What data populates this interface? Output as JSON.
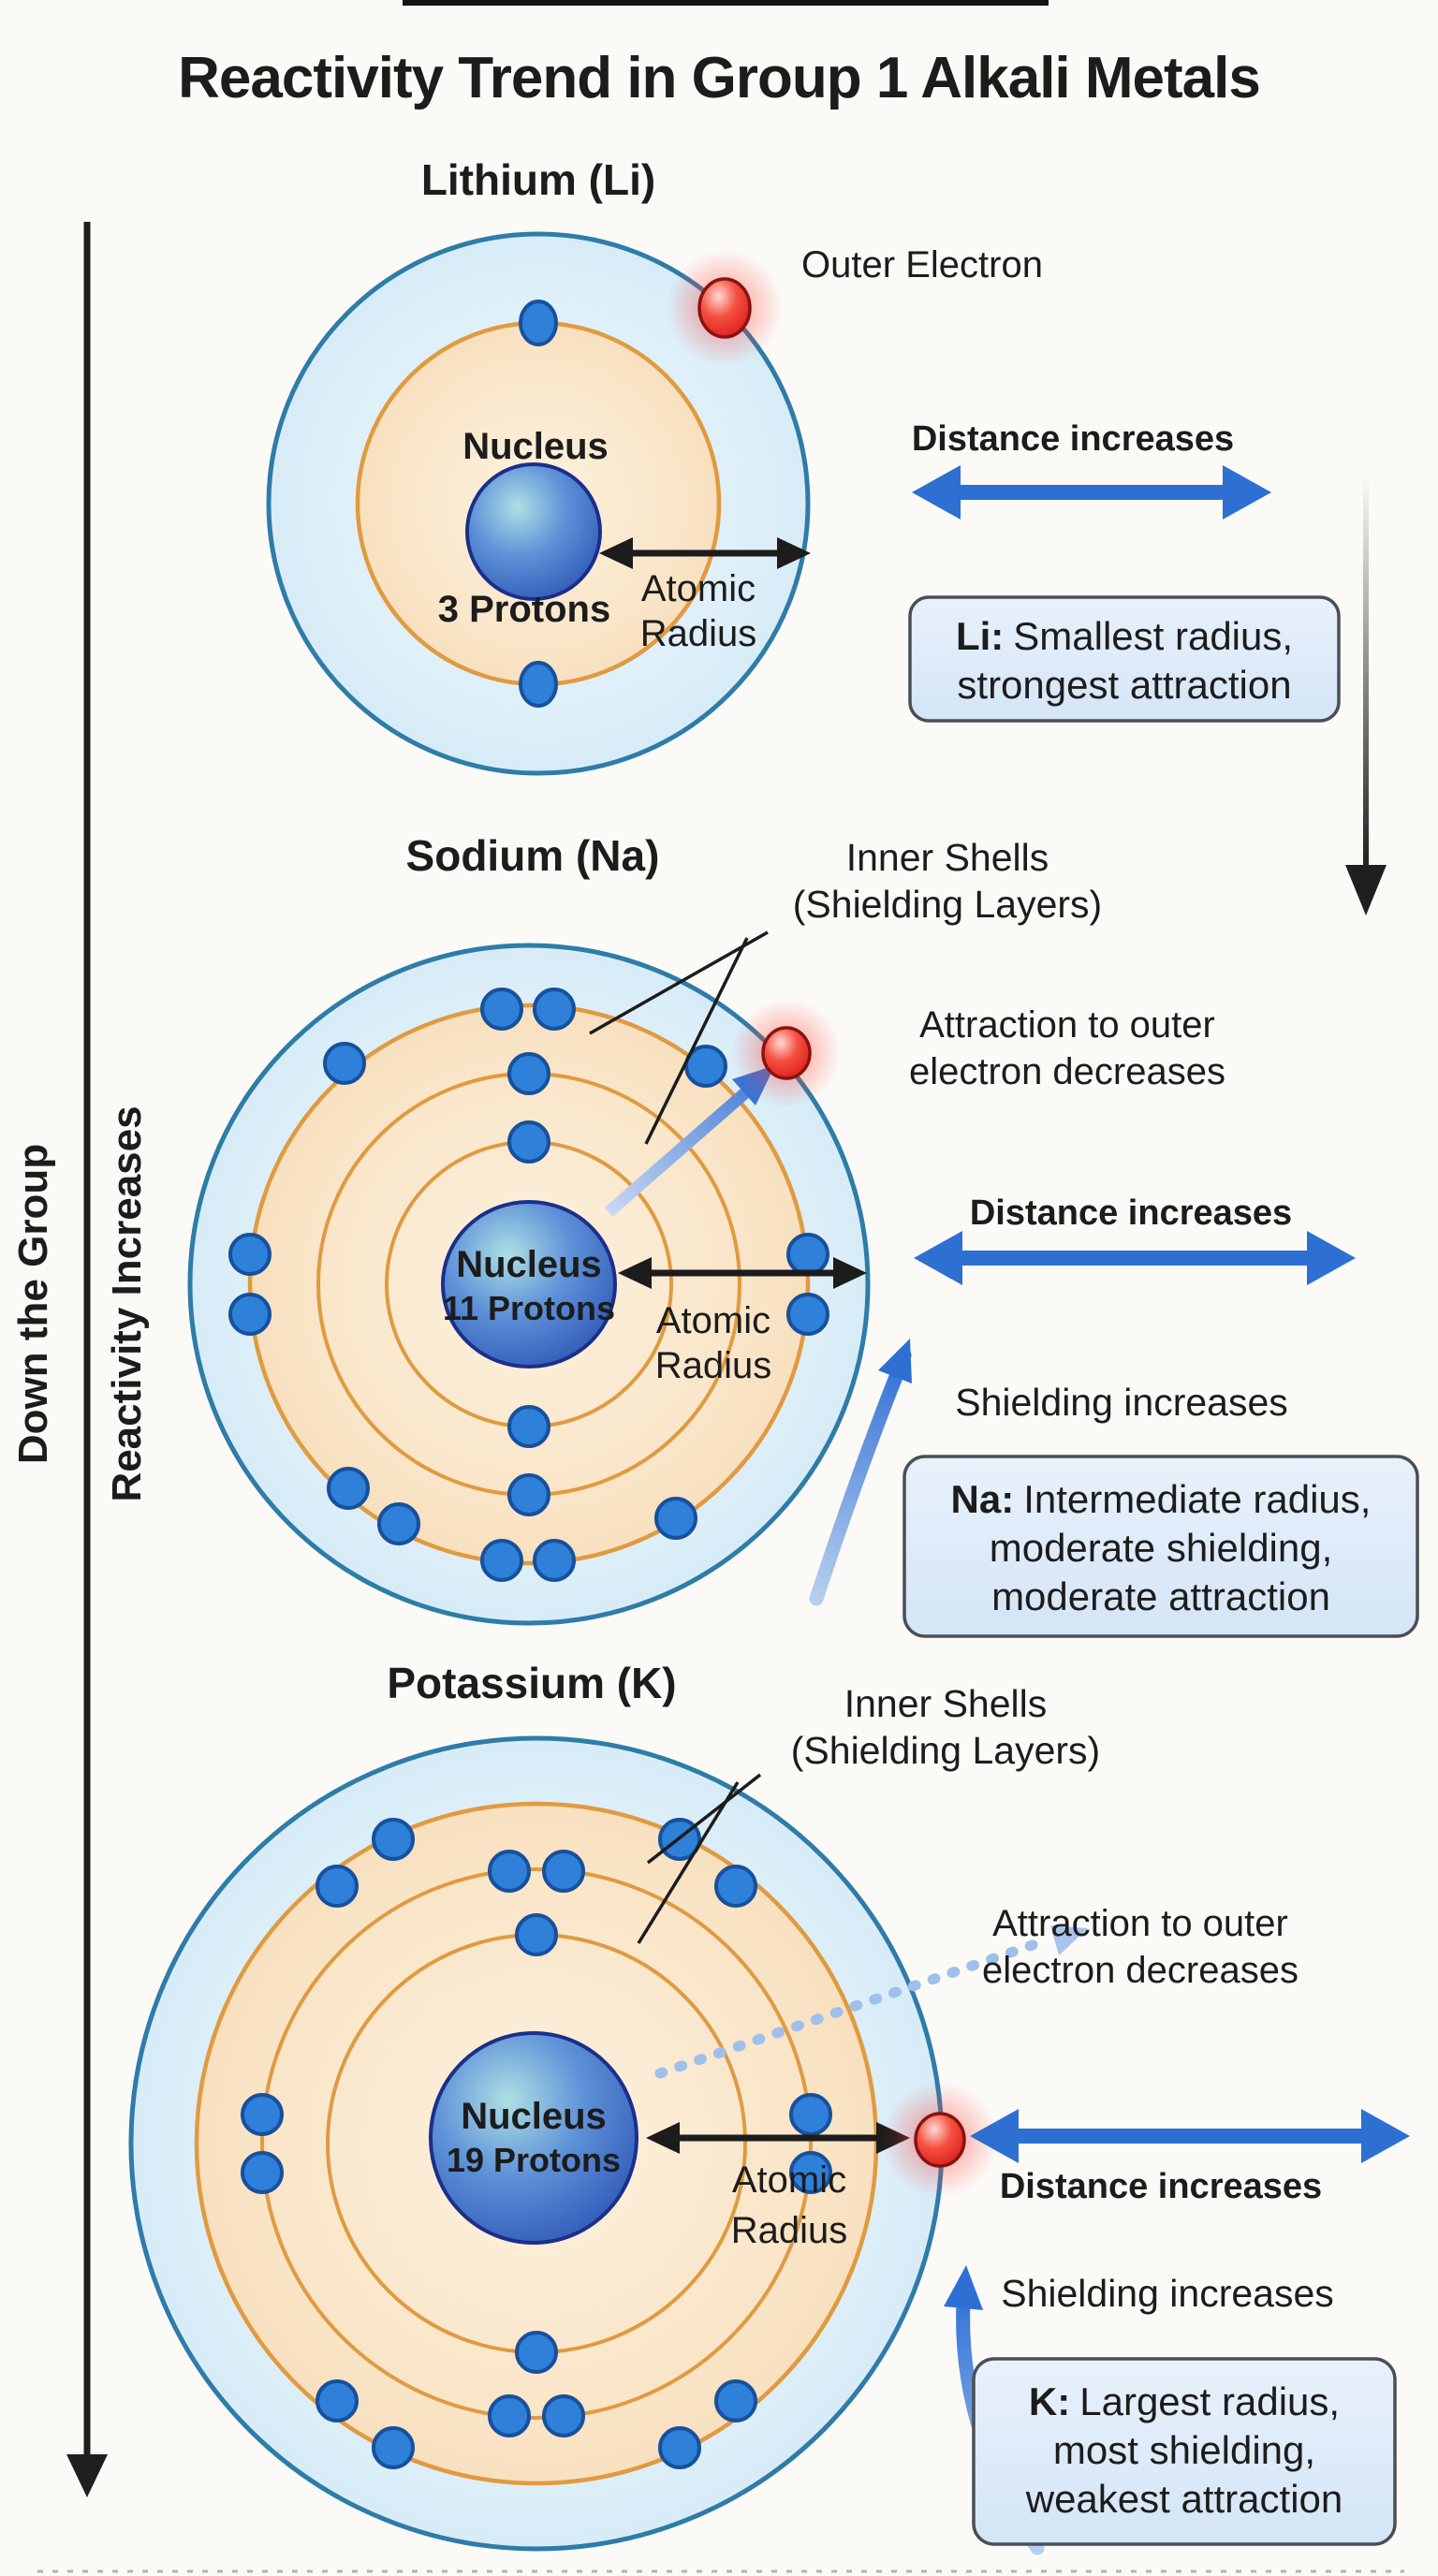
{
  "title": "Reactivity Trend in Group 1 Alkali Metals",
  "left_axis": {
    "down_label": "Down the Group",
    "reactivity_label": "Reactivity Increases"
  },
  "lithium": {
    "title": "Lithium (Li)",
    "outer_electron_label": "Outer Electron",
    "nucleus_label": "Nucleus",
    "protons_label": "3 Protons",
    "atomic_line1": "Atomic",
    "atomic_line2": "Radius",
    "distance_label": "Distance increases",
    "box_prefix": "Li:",
    "box_line1": "Smallest radius,",
    "box_line2": "strongest attraction"
  },
  "sodium": {
    "title": "Sodium (Na)",
    "inner_shells_line1": "Inner Shells",
    "inner_shells_line2": "(Shielding Layers)",
    "attraction_line1": "Attraction to outer",
    "attraction_line2": "electron decreases",
    "nucleus_label": "Nucleus",
    "protons_label": "11 Protons",
    "atomic_line1": "Atomic",
    "atomic_line2": "Radius",
    "distance_label": "Distance increases",
    "shielding_label": "Shielding increases",
    "box_prefix": "Na:",
    "box_line1": "Intermediate radius,",
    "box_line2": "moderate shielding,",
    "box_line3": "moderate attraction"
  },
  "potassium": {
    "title": "Potassium (K)",
    "inner_shells_line1": "Inner Shells",
    "inner_shells_line2": "(Shielding Layers)",
    "attraction_line1": "Attraction to outer",
    "attraction_line2": "electron decreases",
    "nucleus_label": "Nucleus",
    "protons_label": "19 Protons",
    "atomic_line1": "Atomic",
    "atomic_line2": "Radius",
    "distance_label": "Distance increases",
    "shielding_label": "Shielding increases",
    "box_prefix": "K:",
    "box_line1": "Largest radius,",
    "box_line2": "most shielding,",
    "box_line3": "weakest attraction"
  },
  "colors": {
    "background": "#fbfaf7",
    "text": "#1c1c1c",
    "arrow_blue": "#2e6fd2",
    "shell_fill_blue": "#d7ecf7",
    "shell_border_teal": "#2e7ca8",
    "orbit_orange": "#e09a40",
    "peach_fill": "#f8e3c4",
    "nucleus_blue": "#2a53b4",
    "electron_blue": "#2e80d8",
    "electron_red": "#e32020",
    "box_fill": "#dcebf9",
    "box_border": "#4a4f55"
  }
}
